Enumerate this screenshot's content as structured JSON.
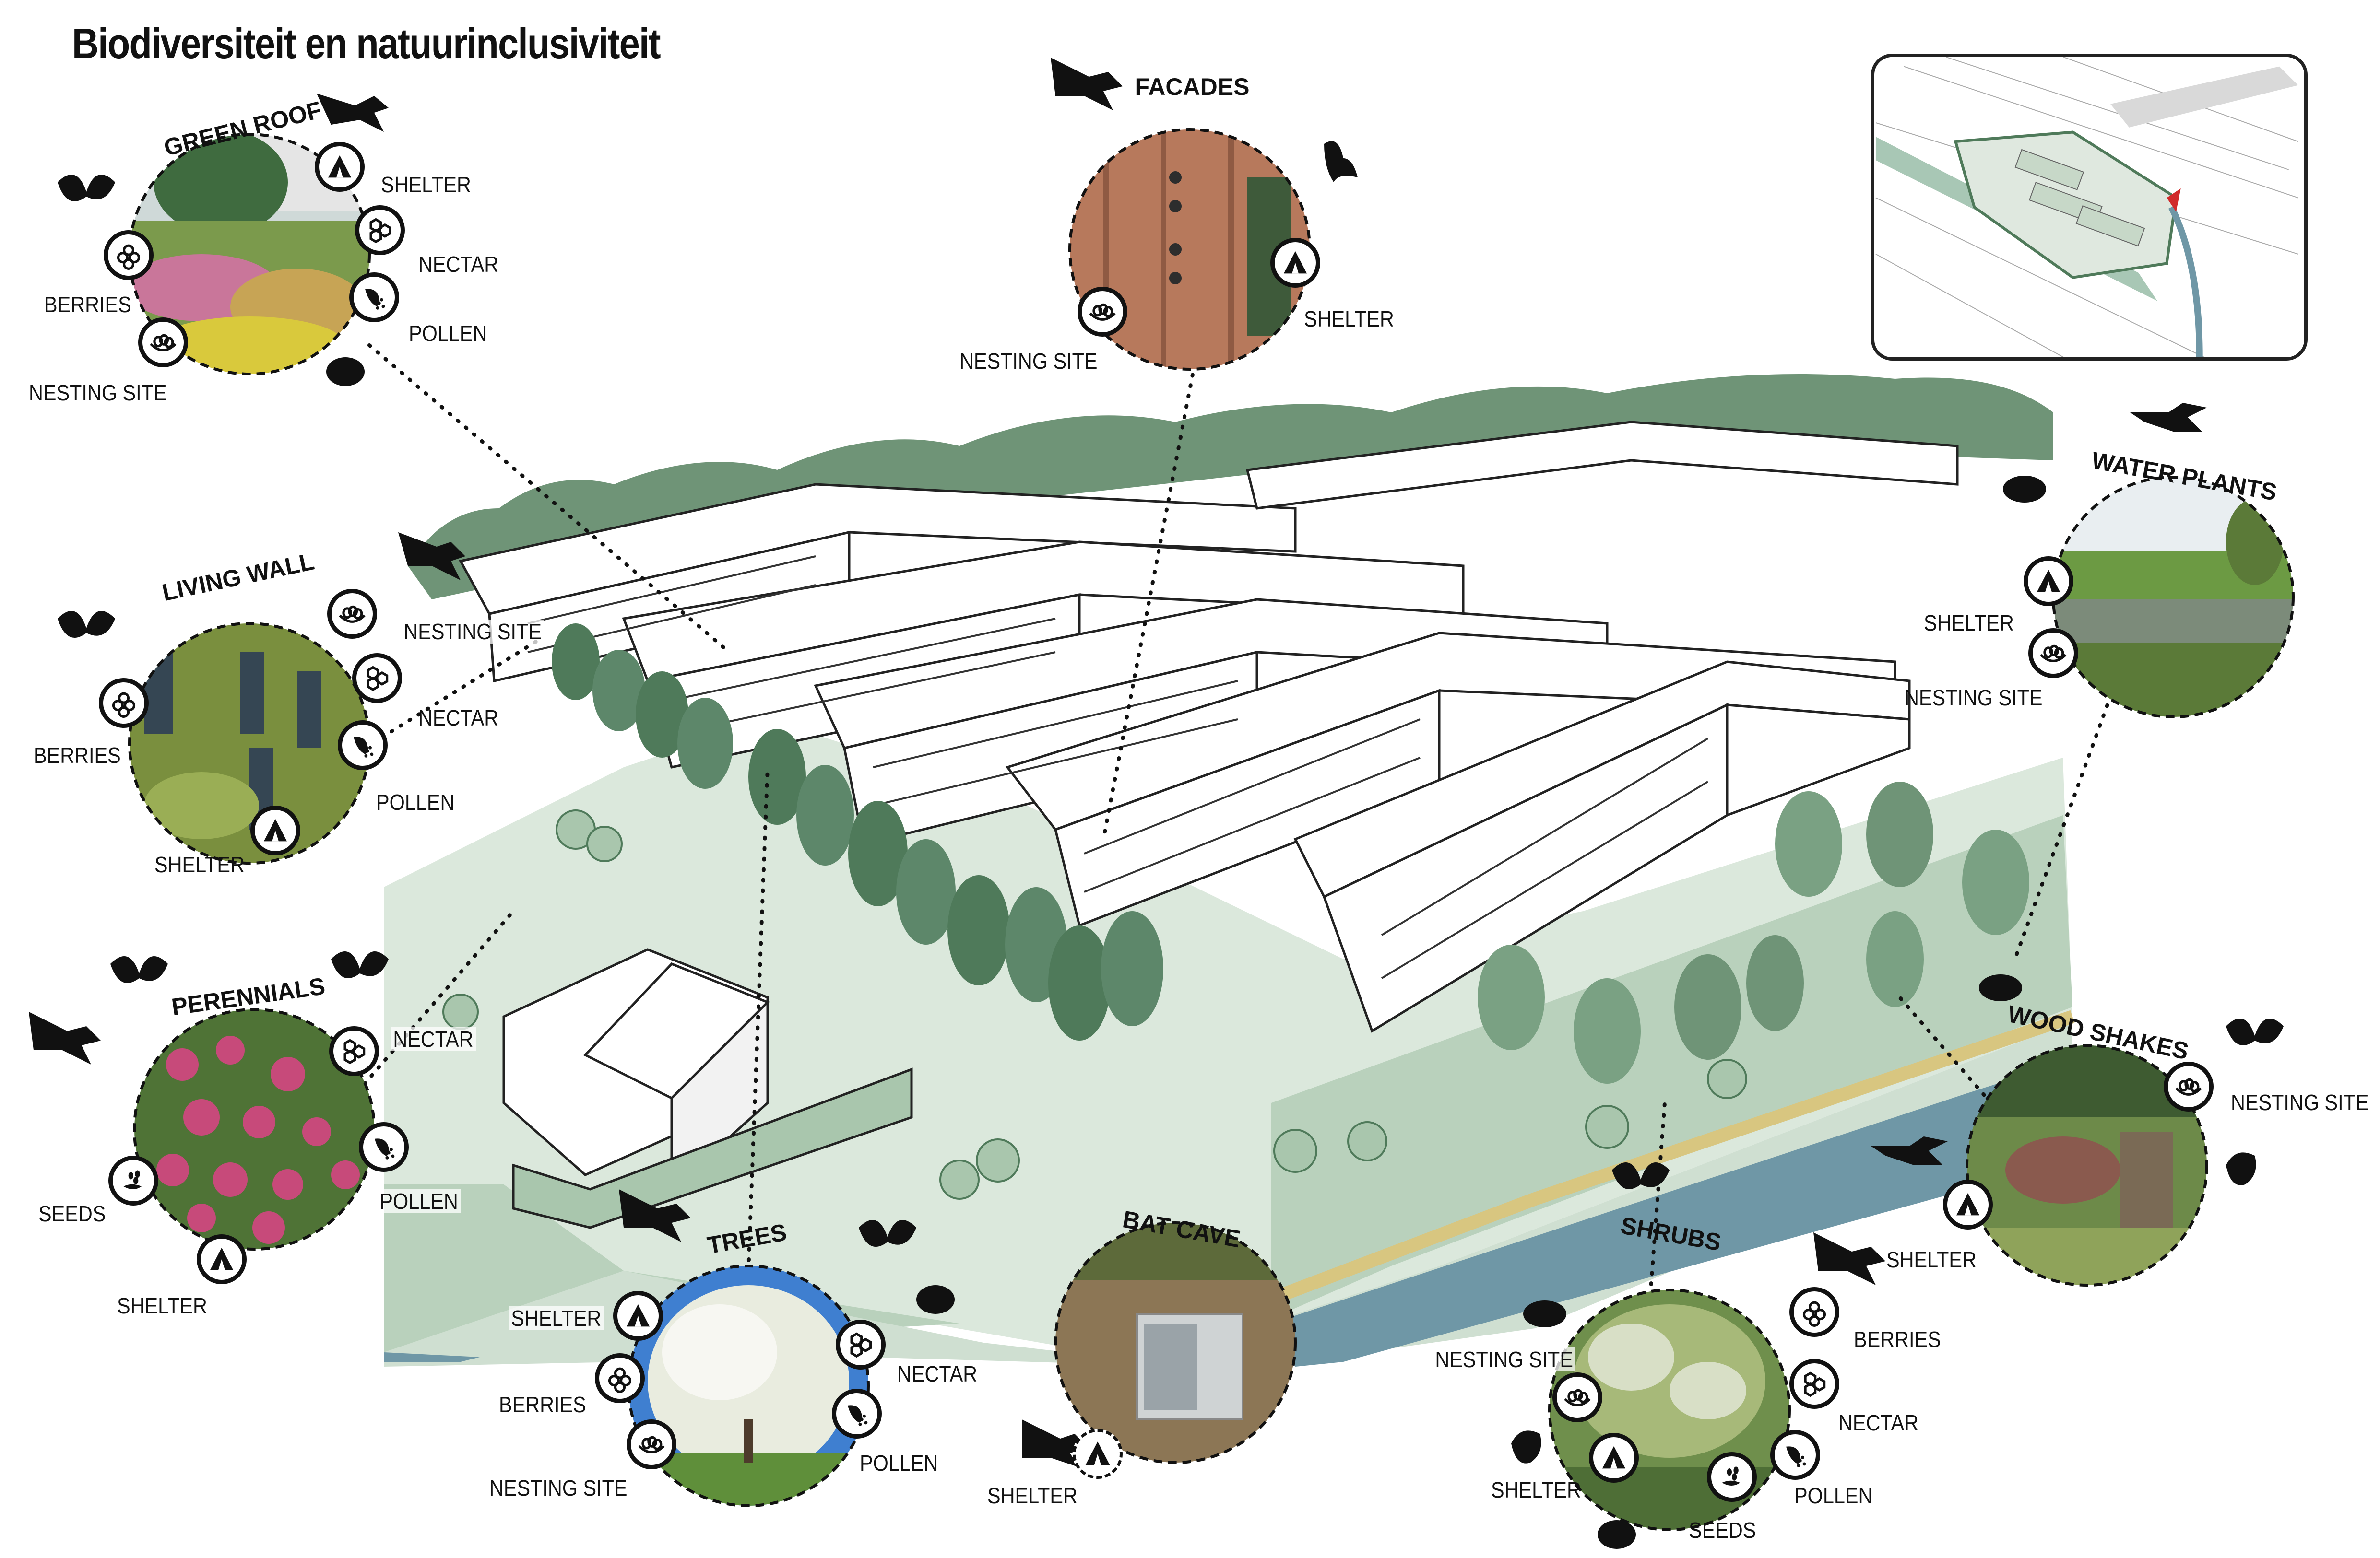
{
  "title": "Biodiversiteit en natuurinclusiviteit",
  "colors": {
    "dark_green": "#4f7a5a",
    "mid_green": "#7aa183",
    "light_green": "#b9d1bc",
    "pale_green": "#dbe8dc",
    "water": "#6f97a6",
    "reed": "#d8c680"
  },
  "icon_names": {
    "shelter": "tent-icon",
    "nectar": "honeycomb-icon",
    "pollen": "pollen-icon",
    "berries": "berries-icon",
    "nesting_site": "nest-icon",
    "seeds": "seeds-icon"
  },
  "habitats": {
    "green_roof": {
      "name": "GREEN ROOF",
      "labels": {
        "shelter": "SHELTER",
        "nectar": "NECTAR",
        "berries": "BERRIES",
        "pollen": "POLLEN",
        "nesting_site": "NESTING SITE"
      }
    },
    "facades": {
      "name": "FACADES",
      "labels": {
        "nesting_site": "NESTING SITE",
        "shelter": "SHELTER"
      }
    },
    "living_wall": {
      "name": "LIVING WALL",
      "labels": {
        "nesting_site": "NESTING SITE",
        "berries": "BERRIES",
        "nectar": "NECTAR",
        "pollen": "POLLEN",
        "shelter": "SHELTER"
      }
    },
    "water_plants": {
      "name": "WATER PLANTS",
      "labels": {
        "shelter": "SHELTER",
        "nesting_site": "NESTING SITE"
      }
    },
    "perennials": {
      "name": "PERENNIALS",
      "labels": {
        "nectar": "NECTAR",
        "seeds": "SEEDS",
        "pollen": "POLLEN",
        "shelter": "SHELTER"
      }
    },
    "wood_shakes": {
      "name": "WOOD SHAKES",
      "labels": {
        "nesting_site": "NESTING SITE",
        "shelter": "SHELTER"
      }
    },
    "trees": {
      "name": "TREES",
      "labels": {
        "shelter": "SHELTER",
        "berries": "BERRIES",
        "nectar": "NECTAR",
        "nesting_site": "NESTING SITE",
        "pollen": "POLLEN"
      }
    },
    "bat_cave": {
      "name": "BAT CAVE",
      "labels": {
        "shelter": "SHELTER"
      }
    },
    "shrubs": {
      "name": "SHRUBS",
      "labels": {
        "nesting_site": "NESTING SITE",
        "berries": "BERRIES",
        "nectar": "NECTAR",
        "shelter": "SHELTER",
        "seeds": "SEEDS",
        "pollen": "POLLEN"
      }
    }
  }
}
